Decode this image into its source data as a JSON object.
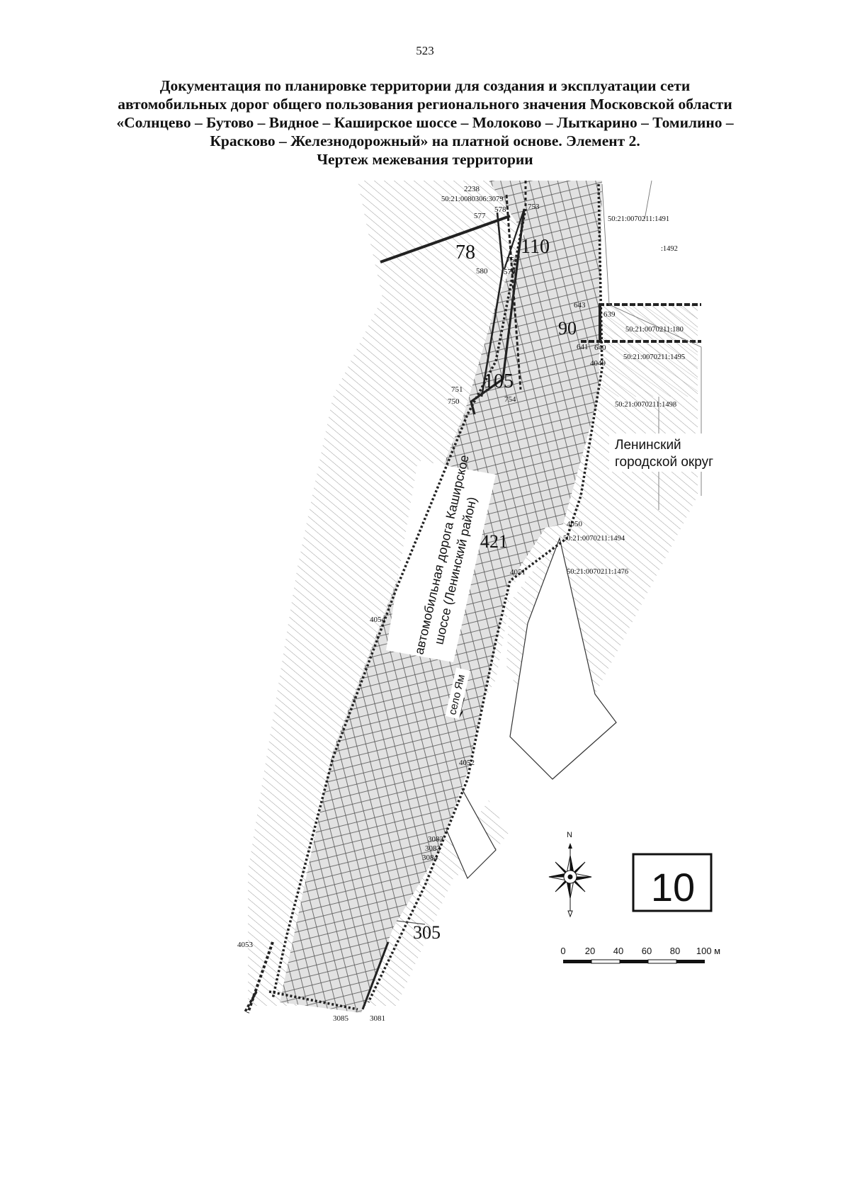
{
  "page_number": "523",
  "title_lines": [
    "Документация по планировке территории для создания и эксплуатации сети",
    "автомобильных дорог общего пользования регионального значения Московской области",
    "«Солнцево – Бутово – Видное – Каширское шоссе – Молоково – Лыткарино – Томилино –",
    "Красково – Железнодорожный» на платной основе. Элемент 2.",
    "Чертеж межевания территории"
  ],
  "map": {
    "area_numbers": [
      "78",
      "110",
      "90",
      "105",
      "421",
      "305"
    ],
    "point_numbers": [
      "2238",
      "577",
      "578",
      "753",
      "752",
      "580",
      "579",
      "643",
      "639",
      "641",
      "640",
      "4049",
      "751",
      "750",
      "754",
      "4050",
      "4051",
      "4054",
      "4052",
      "3082",
      "3083",
      "3084",
      "4053",
      "3085",
      "3081"
    ],
    "cadastral_numbers": [
      "50:21:0080306:3079",
      "50:21:0070211:1491",
      ":1492",
      "50:21:0070211:180",
      "50:21:0070211:1495",
      "50:21:0070211:1498",
      "50:21:0070211:1494",
      "50:21:0070211:1476"
    ],
    "district_label": [
      "Ленинский",
      "городской округ"
    ],
    "road_label": [
      "автомобильная дорога Каширское",
      "шоссе (Ленинский район)"
    ],
    "direction_label": "село Ям",
    "sheet_number": "10",
    "compass_north": "N",
    "scale": {
      "ticks": [
        "0",
        "20",
        "40",
        "60",
        "80",
        "100 м"
      ]
    }
  },
  "colors": {
    "ink": "#111111",
    "hatch": "#8a8a8a",
    "grid": "#444444",
    "shading": "#dcdcdc"
  }
}
